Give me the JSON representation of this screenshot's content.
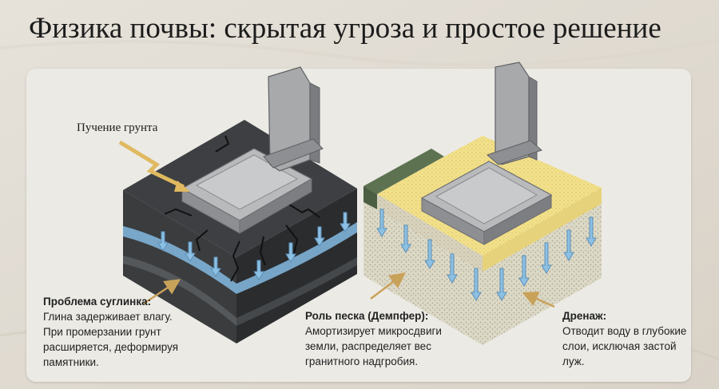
{
  "title": "Физика почвы: скрытая угроза и простое решение",
  "callouts": {
    "heave": "Пучение грунта"
  },
  "captions": {
    "problem": {
      "head": "Проблема суглинка:",
      "body": "Глина задерживает влагу.\nПри промерзании грунт\nрасширяется, деформируя\nпамятники."
    },
    "sand": {
      "head": "Роль песка (Демпфер):",
      "body": "Амортизирует микросдвиги\nземли, распределяет вес\nгранитного надгробия."
    },
    "drainage": {
      "head": "Дренаж:",
      "body": "Отводит воду в глубокие\nслои, исключая застой\nлуж."
    }
  },
  "colors": {
    "clay": "#2f3133",
    "water": "#7fb3d8",
    "sand": "#f2e08a",
    "gravel": "#dcd8c6",
    "turf": "#5d7250",
    "granite": "#9a9b9d",
    "arrow_callout": "#d9b36b"
  }
}
